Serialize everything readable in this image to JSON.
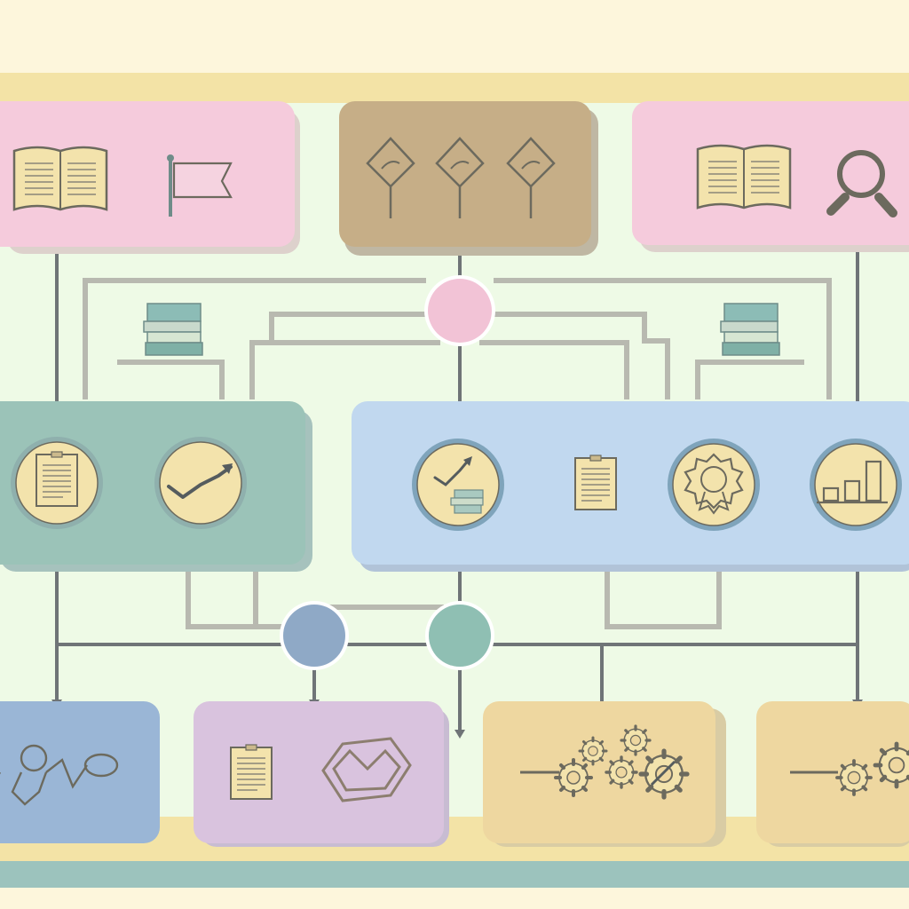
{
  "diagram": {
    "colors": {
      "background": "#fdf6dc",
      "canvas": "#eefae6",
      "top_band": "#f3e3a6",
      "bottom_band": "#f3e3a6",
      "bottom_strip": "#9cc3bd",
      "pink_box": "#f5cbdc",
      "tan_box": "#c6ae87",
      "teal_box": "#9bc3b8",
      "blue_box": "#c1d8ef",
      "steel_box": "#9ab6d6",
      "lilac_box": "#d9c3de",
      "sand_box": "#eed7a0",
      "connector": "#6f7477",
      "light_connector": "#b8b9b0",
      "icon_cream": "#f3e3ac",
      "icon_stroke": "#6c6a5e",
      "hub_pink": "#f2c3d6",
      "hub_blue": "#8fa9c6",
      "hub_teal": "#8fbfb3"
    },
    "nodes": [
      {
        "id": "top-left",
        "tier": "top",
        "icons": [
          "open-book-icon",
          "flag-icon"
        ]
      },
      {
        "id": "top-center",
        "tier": "top",
        "icons": [
          "signpost-icon",
          "signpost-icon",
          "signpost-icon"
        ]
      },
      {
        "id": "top-right",
        "tier": "top",
        "icons": [
          "open-book-icon",
          "magnifier-icon"
        ]
      },
      {
        "id": "middle-left",
        "tier": "middle",
        "icons": [
          "document-icon",
          "trend-arrow-icon"
        ]
      },
      {
        "id": "middle-right",
        "tier": "middle",
        "icons": [
          "book-stack-icon",
          "document-icon",
          "award-badge-icon",
          "bar-chart-icon"
        ]
      },
      {
        "id": "bottom-1",
        "tier": "bottom",
        "icons": [
          "people-network-icon"
        ]
      },
      {
        "id": "bottom-2",
        "tier": "bottom",
        "icons": [
          "document-icon",
          "hexagon-icon"
        ]
      },
      {
        "id": "bottom-3",
        "tier": "bottom",
        "icons": [
          "gears-icon"
        ]
      },
      {
        "id": "bottom-4",
        "tier": "bottom",
        "icons": [
          "gears-icon"
        ]
      }
    ],
    "hubs": [
      "pink-hub",
      "blue-hub",
      "teal-hub"
    ],
    "decorations": [
      "book-stack-icon",
      "book-stack-icon"
    ]
  }
}
